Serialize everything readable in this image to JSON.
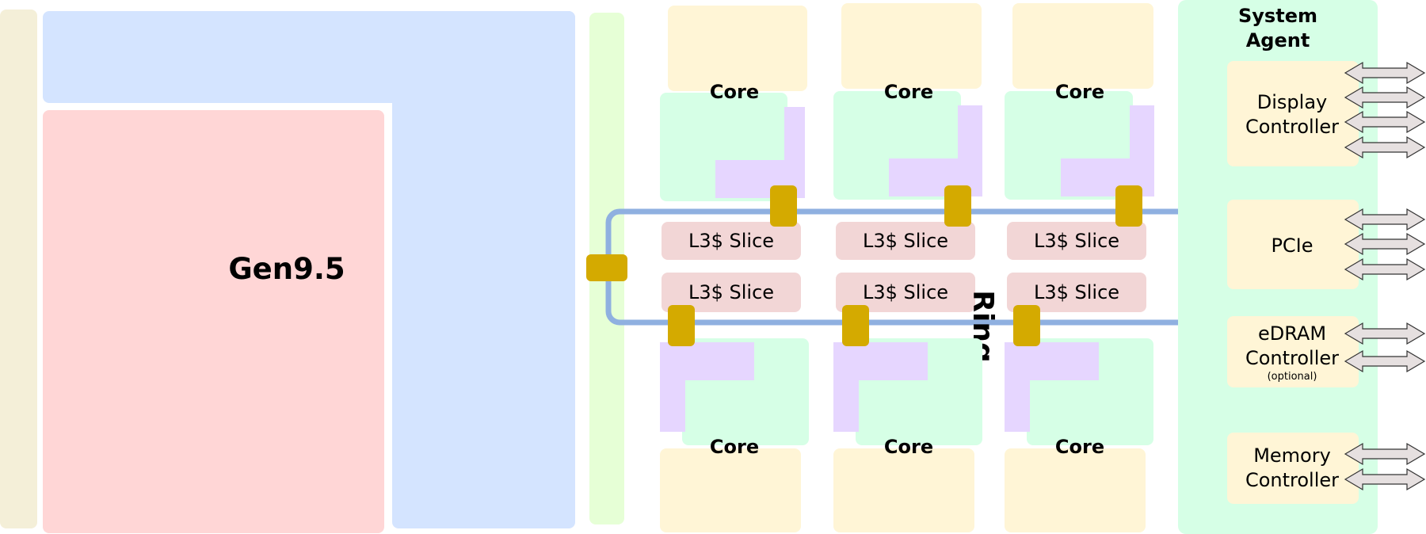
{
  "gpu": {
    "label": "Gen9.5"
  },
  "cores": {
    "label": "Core",
    "cache_label": "L3$ Slice"
  },
  "ring": {
    "label": "Ring"
  },
  "system_agent": {
    "title_line1": "System",
    "title_line2": "Agent",
    "display": {
      "line1": "Display",
      "line2": "Controller"
    },
    "pcie": {
      "line1": "PCIe"
    },
    "edram": {
      "line1": "eDRAM",
      "line2": "Controller",
      "note": "(optional)"
    },
    "memory": {
      "line1": "Memory",
      "line2": "Controller"
    }
  },
  "colors": {
    "gpu_red": "#ffd6d6",
    "gpu_blue": "#d4e4ff",
    "side_bar": "#f4efd8",
    "ring_stop_bar": "#e6ffd6",
    "core_yellow": "#fff5d6",
    "core_green": "#d6ffe6",
    "core_purple": "#e6d6ff",
    "cache_pink": "#f2d6d6",
    "ring_blue": "#8fb0e0",
    "ring_stop": "#d4aa00",
    "agent_green": "#d6ffe6",
    "agent_block": "#fff5d6",
    "arrow_fill": "#e6e0e0"
  }
}
